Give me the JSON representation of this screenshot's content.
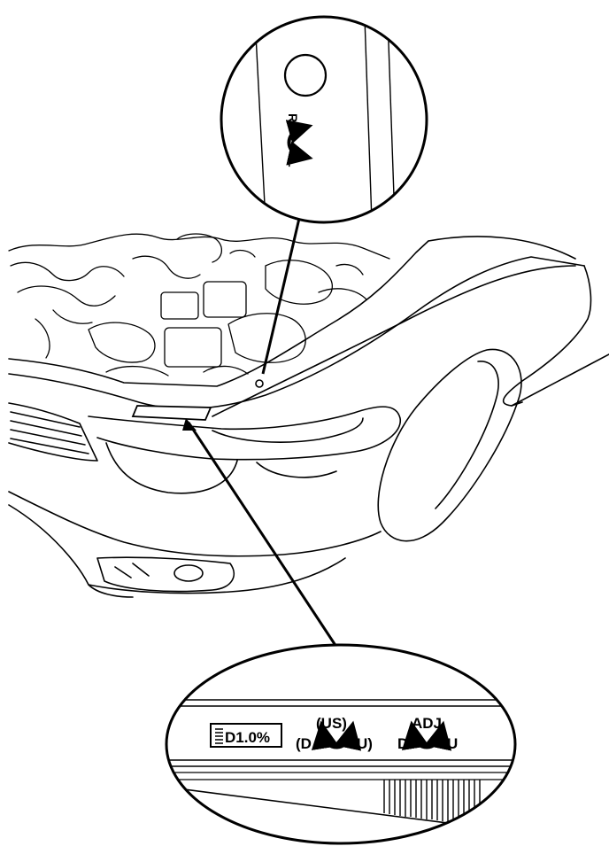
{
  "figure": {
    "top_callout": {
      "label_r": "R",
      "label_l": "L"
    },
    "bottom_callout": {
      "aim_badge": "D1.0%",
      "us_title": "(US)",
      "us_d": "(D",
      "us_u": "U)",
      "adj_title": "ADJ",
      "adj_d": "D",
      "adj_u": "U"
    }
  }
}
